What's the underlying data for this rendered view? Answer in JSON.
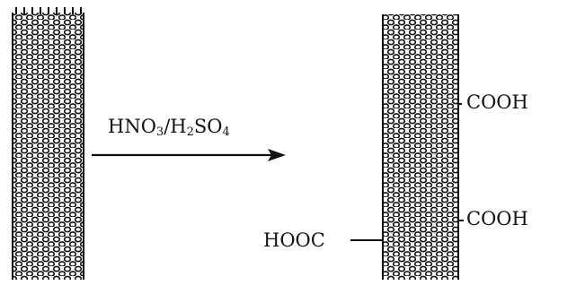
{
  "reagent": {
    "part1": "HNO",
    "sub1": "3",
    "part2": "/H",
    "sub2": "2",
    "part3": "SO",
    "sub3": "4"
  },
  "groups": {
    "top_right": "COOH",
    "mid_right": "COOH",
    "left": "HOOC"
  },
  "colors": {
    "ink": "#111111",
    "background": "#ffffff"
  }
}
